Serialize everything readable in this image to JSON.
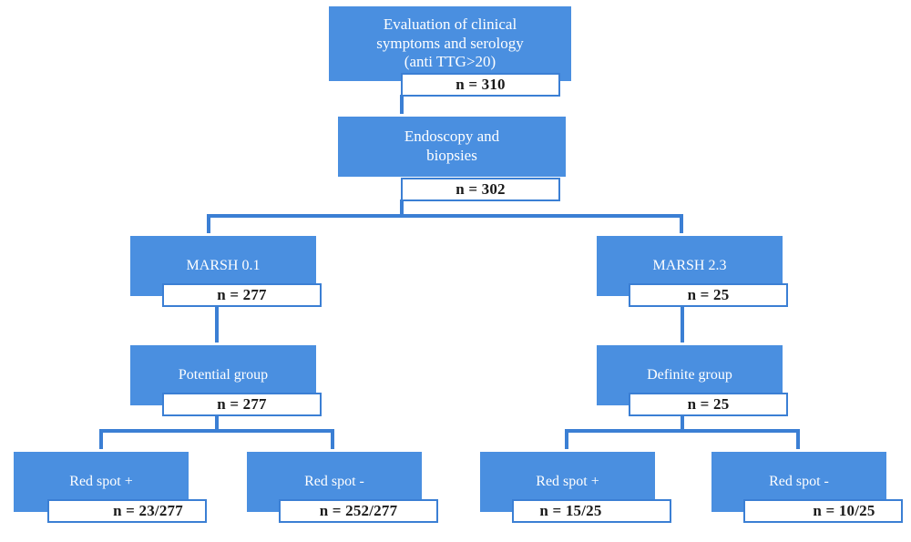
{
  "diagram": {
    "title": "Celiac disease patient flow diagram",
    "type": "flowchart",
    "colors": {
      "node_fill": "#4a8fe0",
      "node_border": "#ffffff",
      "connector": "#3b7fd4",
      "count_border": "#3b7fd4",
      "count_fill": "#ffffff",
      "node_text": "#ffffff",
      "count_text": "#1a1a1a",
      "background": "#ffffff"
    },
    "nodes": [
      {
        "id": "evaluation",
        "label": "Evaluation of clinical\nsymptoms and serology\n(anti TTG>20)",
        "count": "n = 310",
        "level": 1
      },
      {
        "id": "endoscopy",
        "label": "Endoscopy and\nbiopsies",
        "count": "n = 302",
        "level": 2
      },
      {
        "id": "marsh01",
        "label": "MARSH 0.1",
        "count": "n = 277",
        "level": 3
      },
      {
        "id": "marsh23",
        "label": "MARSH 2.3",
        "count": "n = 25",
        "level": 3
      },
      {
        "id": "potential-group",
        "label": "Potential group",
        "count": "n = 277",
        "level": 4
      },
      {
        "id": "definite-group",
        "label": "Definite group",
        "count": "n = 25",
        "level": 4
      },
      {
        "id": "potential-red-spot-pos",
        "label": "Red spot +",
        "count": "n = 23/277",
        "level": 5
      },
      {
        "id": "potential-red-spot-neg",
        "label": "Red spot -",
        "count": "n = 252/277",
        "level": 5
      },
      {
        "id": "definite-red-spot-pos",
        "label": "Red spot +",
        "count": "n = 15/25",
        "level": 5
      },
      {
        "id": "definite-red-spot-neg",
        "label": "Red spot -",
        "count": "n = 10/25",
        "level": 5
      }
    ]
  }
}
